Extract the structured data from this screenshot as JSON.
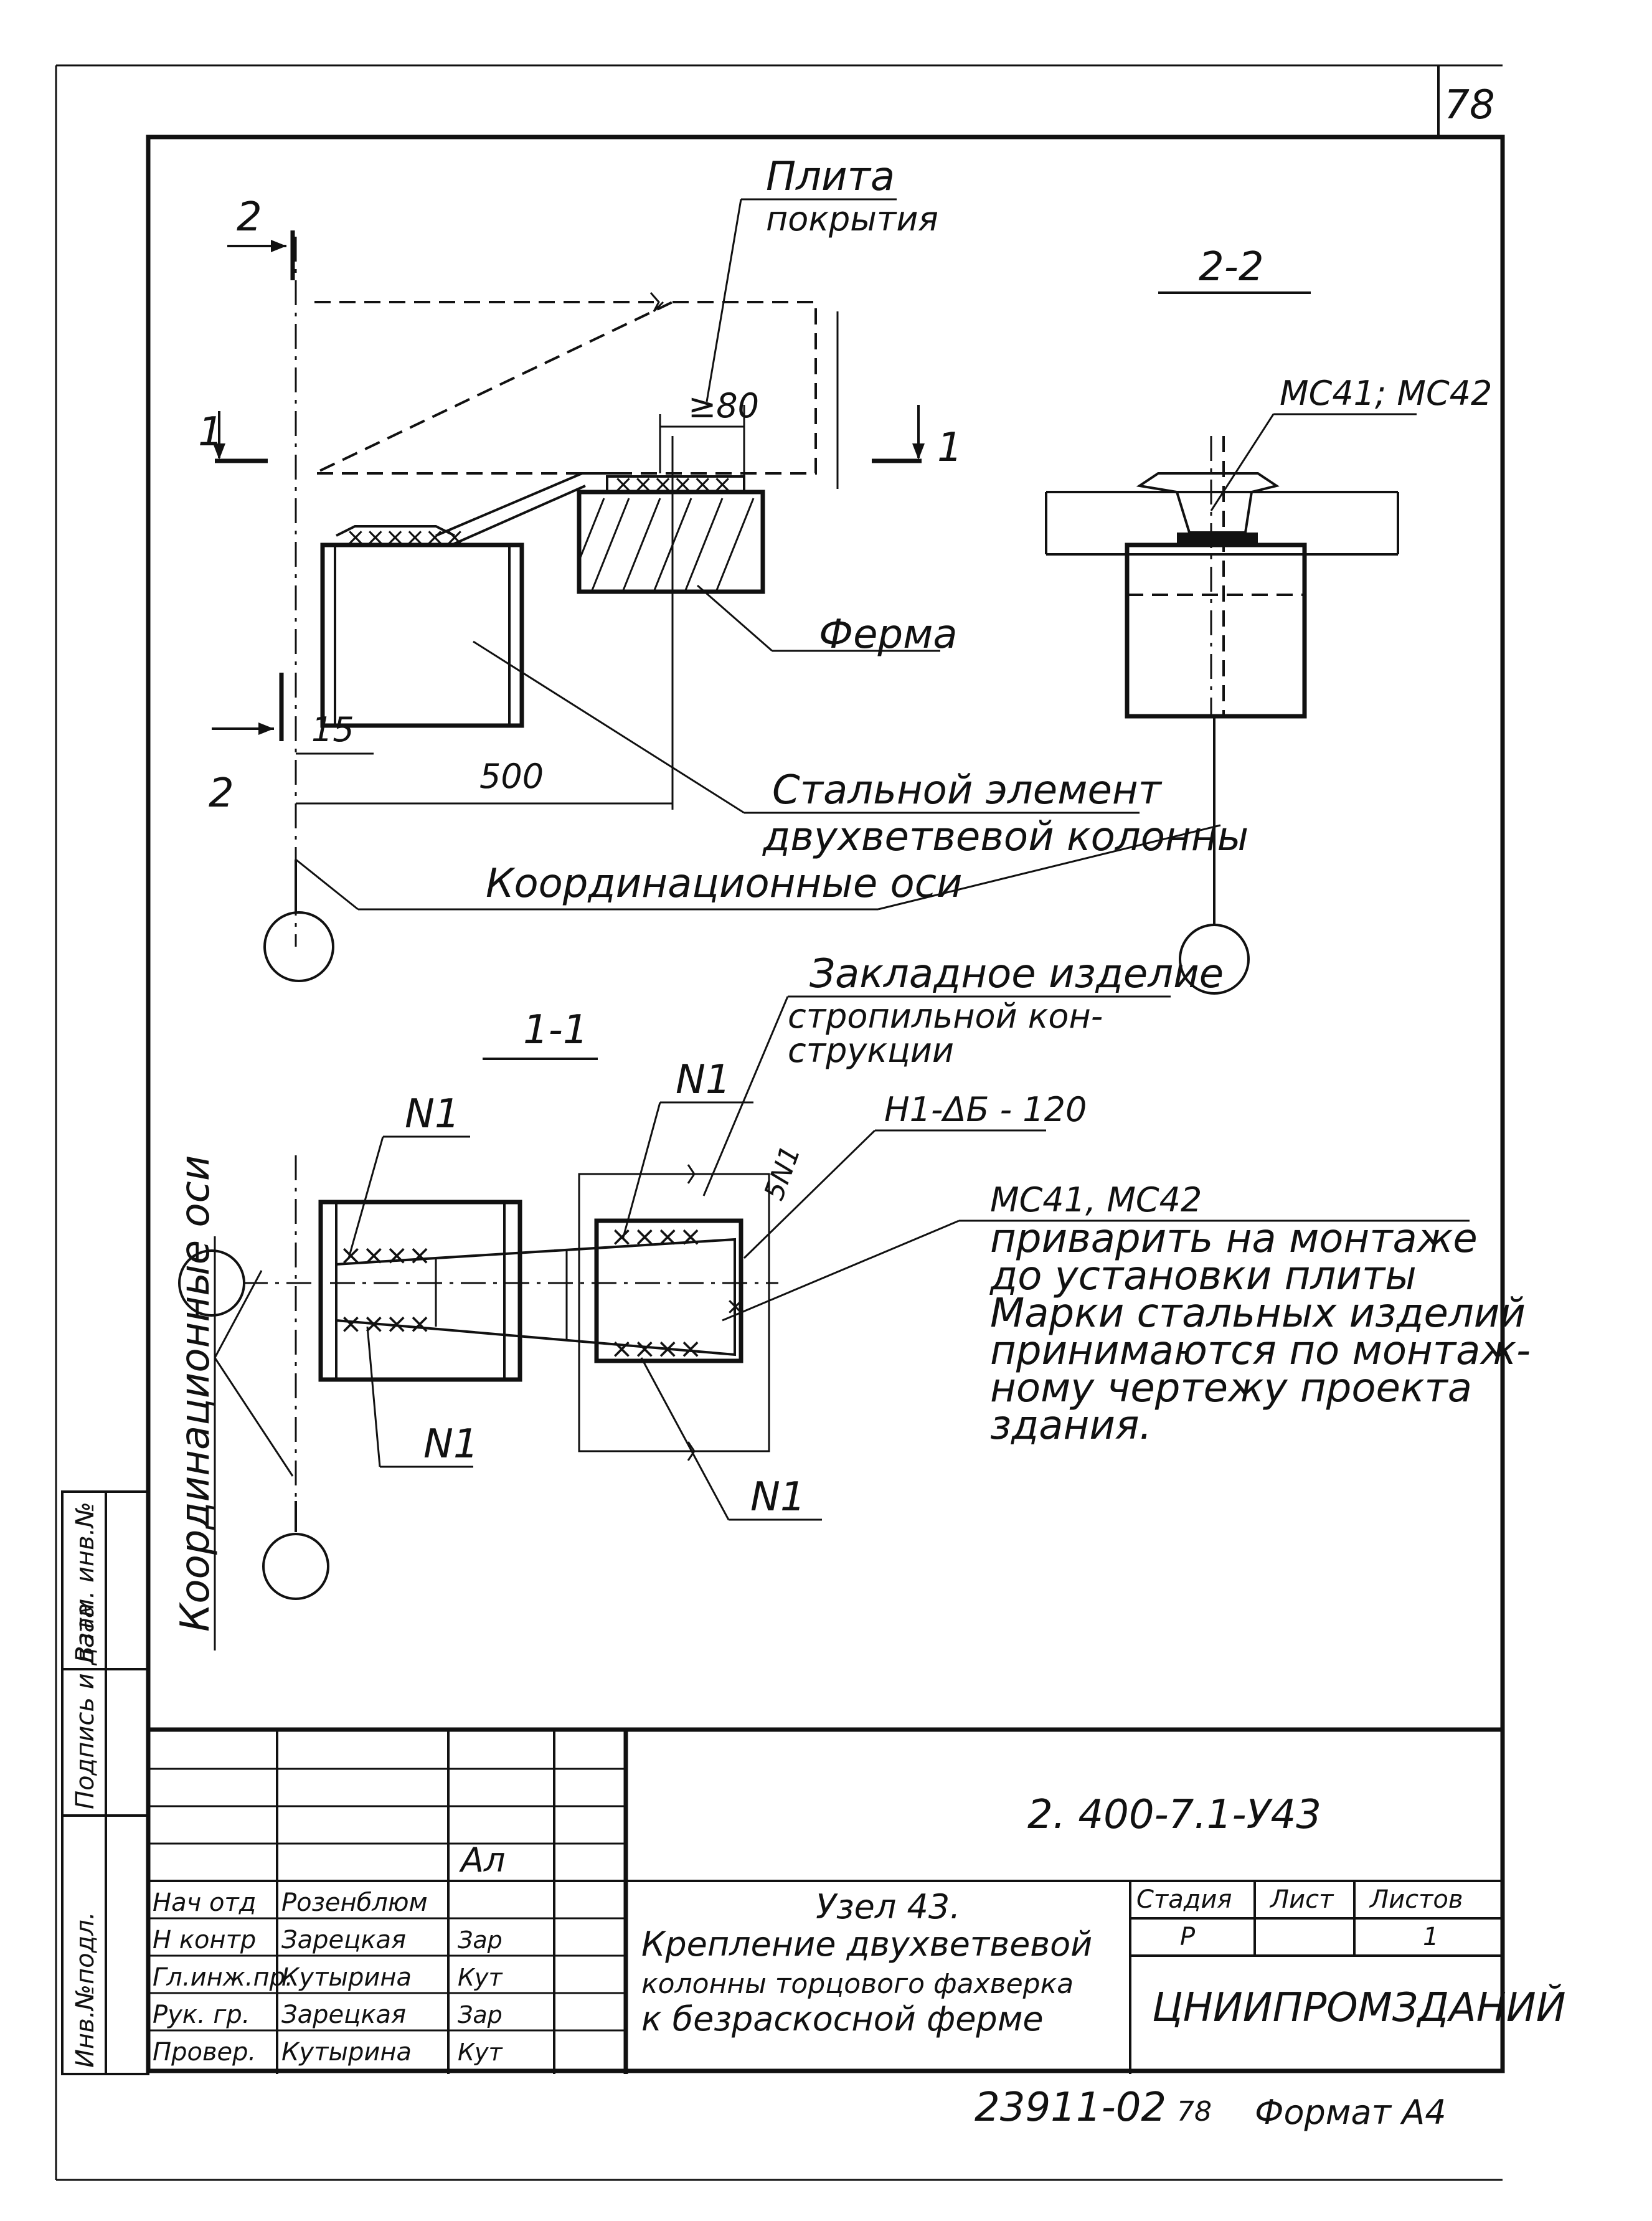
{
  "sheet_number": "78",
  "labels": {
    "plate_line1": "Плита",
    "plate_line2": "покрытия",
    "section_22": "2-2",
    "section_11": "1-1",
    "dim_80": "≥80",
    "dim_15": "15",
    "dim_500": "500",
    "truss": "Ферма",
    "steel_line1": "Стальной элемент",
    "steel_line2": "двухветвевой колонны",
    "coord_axes": "Координационные оси",
    "coord_axes_vertical": "Координационные оси",
    "mc_top": "МС41; МС42",
    "embedded_line1": "Закладное изделие",
    "embedded_line2": "стропильной кон-",
    "embedded_line3": "струкции",
    "n1": "N1",
    "weld_note": "Н1-ΔБ - 120",
    "weld_5n1": "5N1",
    "cut_1": "1",
    "cut_2": "2",
    "note_title": "МС41, МС42",
    "note_lines": [
      "приварить на монтаже",
      "до установки плиты",
      "Марки стальных изделий",
      "принимаются по монтаж-",
      "ному чертежу проекта",
      "здания."
    ]
  },
  "title_block": {
    "doc_code": "2. 400-7.1-У43",
    "title_line1": "Узел 43.",
    "title_line2": "Крепление двухветвевой",
    "title_line3": "колонны торцового фахверка",
    "title_line4": "к безраскосной ферме",
    "stage_header": "Стадия",
    "sheet_header": "Лист",
    "sheets_header": "Листов",
    "stage_value": "Р",
    "sheets_value": "1",
    "org": "ЦНИИПРОМЗДАНИЙ",
    "roles": [
      {
        "role": "Нач отд",
        "name": "Розенблюм",
        "sign": "Ал"
      },
      {
        "role": "Н контр",
        "name": "Зарецкая",
        "sign": "Зар"
      },
      {
        "role": "Гл.инж.пр.",
        "name": "Кутырина",
        "sign": "Кут"
      },
      {
        "role": "Рук. гр.",
        "name": "Зарецкая",
        "sign": "Зар"
      },
      {
        "role": "Провер.",
        "name": "Кутырина",
        "sign": "Кут"
      }
    ],
    "side_cols": [
      "Инв.№подл.",
      "Подпись и дата",
      "Взам. инв.№"
    ],
    "bottom_code": "23911-02",
    "bottom_page": "78",
    "format": "Формат А4"
  }
}
